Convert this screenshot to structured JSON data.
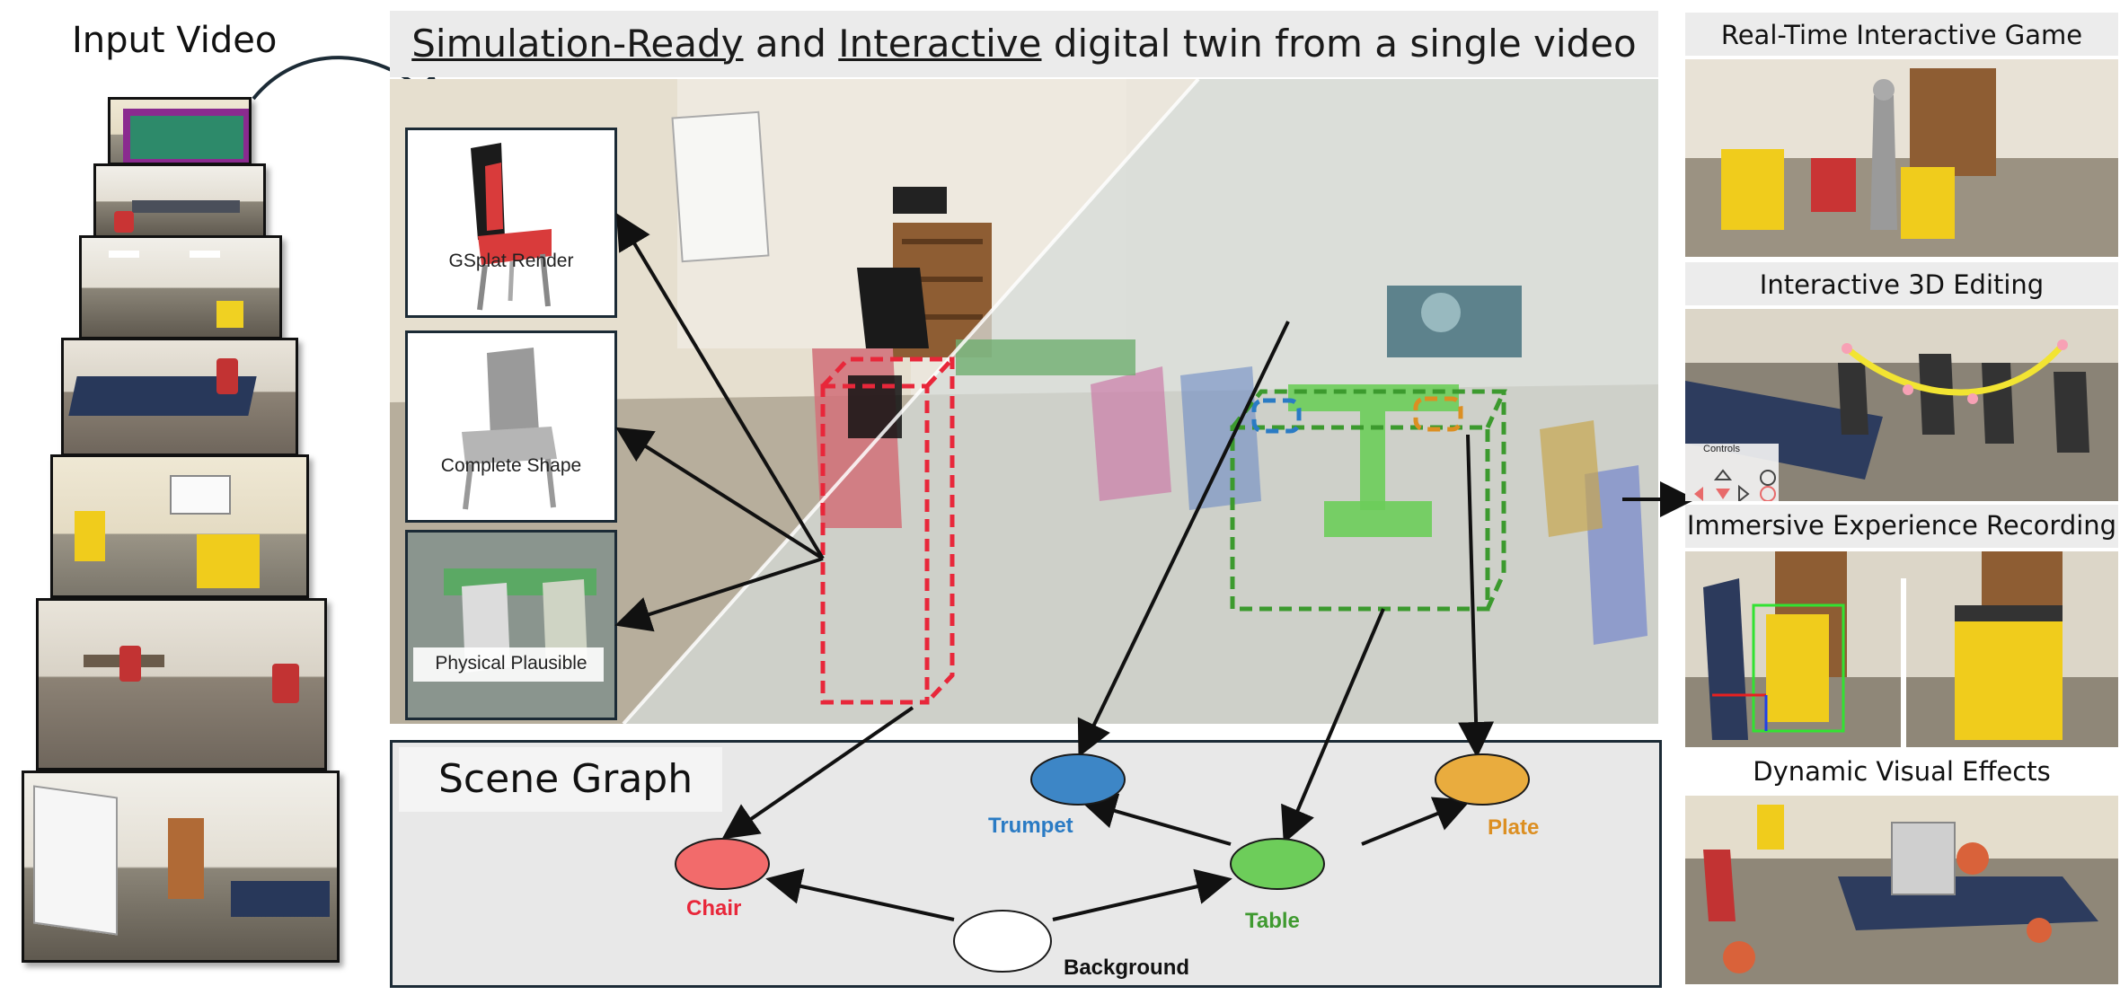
{
  "input": {
    "title": "Input Video",
    "frame_count": 7
  },
  "header": {
    "part1": "Simulation-Ready",
    "part2": " and ",
    "part3": "Interactive",
    "part4": " digital twin from a single video"
  },
  "insets": [
    {
      "label": "GSplat Render"
    },
    {
      "label": "Complete Shape"
    },
    {
      "label": "Physical Plausible"
    }
  ],
  "scene_graph": {
    "title": "Scene Graph",
    "nodes": {
      "chair": {
        "label": "Chair",
        "color": "#f26b6b",
        "text_color": "#e8273a"
      },
      "trumpet": {
        "label": "Trumpet",
        "color": "#3d86c6",
        "text_color": "#2a7bc4"
      },
      "plate": {
        "label": "Plate",
        "color": "#e9ac3e",
        "text_color": "#dc8f22"
      },
      "table": {
        "label": "Table",
        "color": "#6dcd5a",
        "text_color": "#3f9a30"
      },
      "background": {
        "label": "Background",
        "color": "#ffffff",
        "text_color": "#111111"
      }
    }
  },
  "applications": [
    {
      "label": "Real-Time Interactive Game"
    },
    {
      "label": "Interactive 3D Editing",
      "controls_label": "Controls"
    },
    {
      "label": "Immersive Experience Recording"
    },
    {
      "label": "Dynamic Visual Effects"
    }
  ],
  "colors": {
    "chair_box": "#e8273a",
    "trumpet_box": "#2a7bc4",
    "plate_box": "#dc8f22",
    "table_box": "#3c9a2e",
    "edit_curve": "#f2e432",
    "dark_frame": "#1c2b36"
  }
}
